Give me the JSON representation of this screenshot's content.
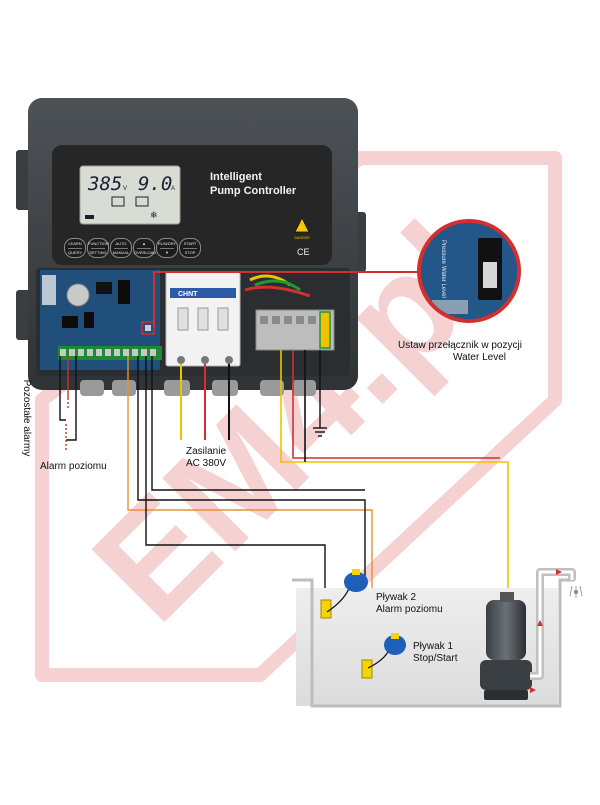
{
  "watermark": {
    "text": "EM4.pl",
    "color": "#e57373"
  },
  "controller": {
    "title_line1": "Intelligent",
    "title_line2": "Pump Controller",
    "lcd_voltage": "385",
    "lcd_voltage_unit": "V",
    "lcd_current": "9.0",
    "lcd_current_unit": "A",
    "warning_text": "DANGER",
    "ce_mark": "CE",
    "buttons": [
      {
        "top": "LEARN",
        "bottom": "QUERY"
      },
      {
        "top": "FUNCTION",
        "bottom": "SETTING"
      },
      {
        "top": "AUTO",
        "bottom": "MANUAL"
      },
      {
        "top": "▲",
        "bottom": "OVERLOAD"
      },
      {
        "top": "RUN/DRY",
        "bottom": "▼"
      },
      {
        "top": "START",
        "bottom": "STOP"
      }
    ],
    "breaker_brand": "CHNT"
  },
  "switch_zoom": {
    "label_pressure": "Pressure",
    "label_water": "Water Level"
  },
  "labels": {
    "switch_note_line1": "Ustaw przełącznik w pozycji",
    "switch_note_line2": "Water Level",
    "other_alarms": "Pozostałe alarmy",
    "level_alarm": "Alarm poziomu",
    "power_line1": "Zasilanie",
    "power_line2": "AC 380V",
    "float2_line1": "Pływak 2",
    "float2_line2": "Alarm poziomu",
    "float1_line1": "Pływak 1",
    "float1_line2": "Stop/Start"
  },
  "colors": {
    "enclosure": "#3f4448",
    "panel": "#262626",
    "lcd": "#d9dcd4",
    "pcb": "#1f4f7a",
    "accent_red": "#d32f2f",
    "wire_yellow": "#f2c200",
    "wire_orange": "#e8912f",
    "float_yellow": "#f5d400",
    "float_blue": "#1e5fb8"
  }
}
